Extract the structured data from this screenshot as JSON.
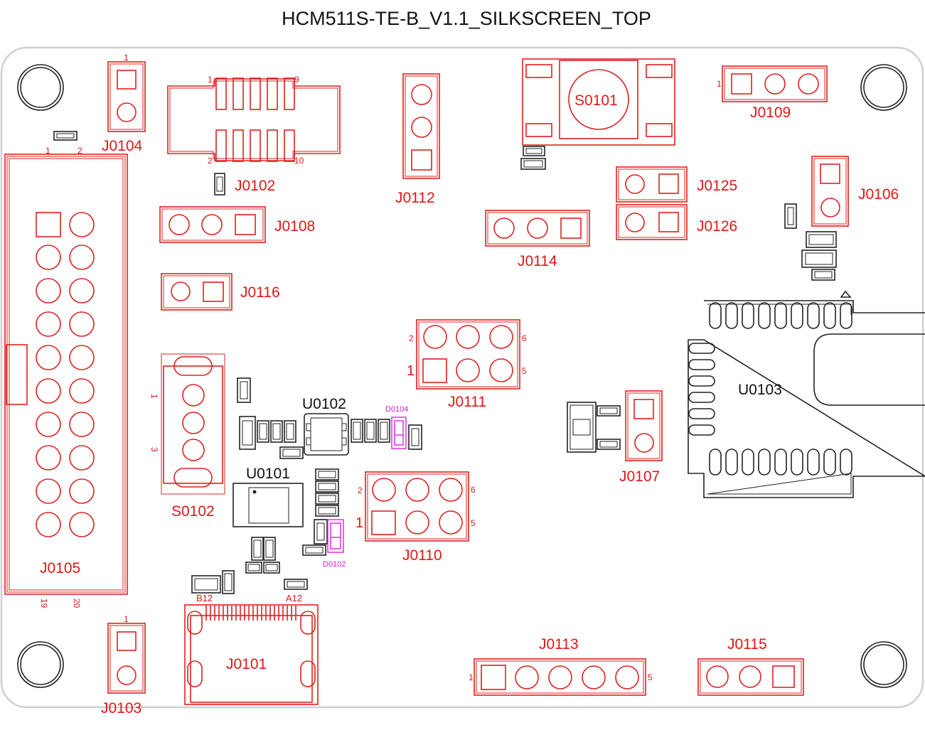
{
  "title": "HCM511S-TE-B_V1.1_SILKSCREEN_TOP",
  "labels": {
    "J0104": "J0104",
    "J0102": "J0102",
    "J0112": "J0112",
    "S0101": "S0101",
    "J0109": "J0109",
    "J0125": "J0125",
    "J0106": "J0106",
    "J0108": "J0108",
    "J0114": "J0114",
    "J0126": "J0126",
    "J0116": "J0116",
    "J0111": "J0111",
    "U0103": "U0103",
    "U0102": "U0102",
    "D0104": "D0104",
    "J0107": "J0107",
    "S0102": "S0102",
    "U0101": "U0101",
    "J0110": "J0110",
    "D0102": "D0102",
    "J0105": "J0105",
    "B12": "B12",
    "A12": "A12",
    "J0101": "J0101",
    "J0113": "J0113",
    "J0115": "J0115",
    "J0103": "J0103"
  },
  "pins": {
    "one": "1",
    "two": "2",
    "three": "3",
    "five": "5",
    "six": "6",
    "nine": "9",
    "ten": "10",
    "nineteen": "19",
    "twenty": "20"
  },
  "colors": {
    "silkscreen": "#e02020",
    "component_outline": "#222222",
    "diode": "#e020e0",
    "board_edge": "#d0d0d0"
  }
}
